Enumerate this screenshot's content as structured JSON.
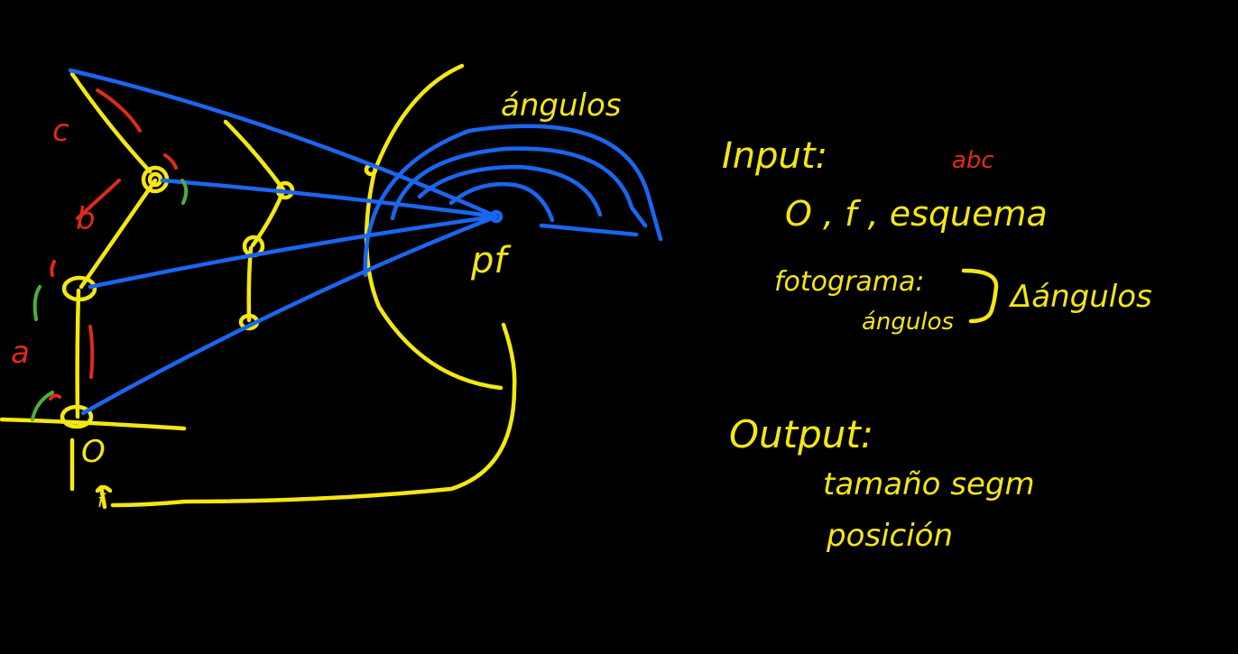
{
  "colors": {
    "background": "#000000",
    "arm_yellow": "#f4e712",
    "projection_blue": "#1a66f0",
    "label_red": "#e02a1a",
    "angle_green": "#4fae3c"
  },
  "diagram": {
    "label_angulos_top": "ángulos",
    "label_c": "c",
    "label_b": "b",
    "label_a": "a",
    "label_o": "O",
    "label_f": "f",
    "label_pf": "pf"
  },
  "notes": {
    "input_heading": "Input:",
    "abc_note": "abc",
    "input_items": "O , f , esquema",
    "fotograma_label": "fotograma:",
    "fotograma_angulos": "ángulos",
    "delta_angulos": "Δángulos",
    "output_heading": "Output:",
    "output_line1": "tamaño segm",
    "output_line2": "posición"
  }
}
